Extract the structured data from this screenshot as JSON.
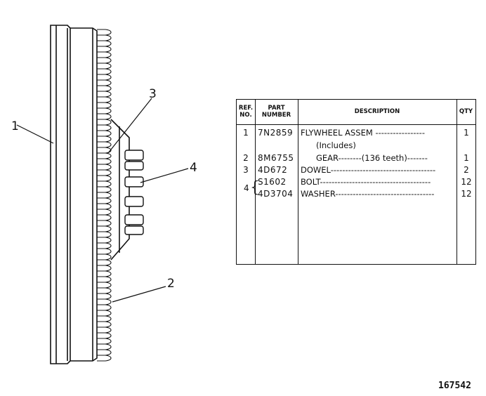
{
  "callouts": [
    "1",
    "2",
    "3",
    "4"
  ],
  "table": {
    "headers": {
      "ref_line1": "REF.",
      "ref_line2": "NO.",
      "part_line1": "PART",
      "part_line2": "NUMBER",
      "description": "DESCRIPTION",
      "qty": "QTY"
    },
    "rows": [
      {
        "ref": "1",
        "part": "7N2859",
        "desc": "FLYWHEEL ASSEM -----------------",
        "qty": "1"
      },
      {
        "ref": "",
        "part": "",
        "desc": "(Includes)",
        "qty": ""
      },
      {
        "ref": "2",
        "part": "8M6755",
        "desc": "GEAR--------(136 teeth)-------",
        "qty": "1"
      },
      {
        "ref": "3",
        "part": "4D672",
        "desc": "DOWEL------------------------------------",
        "qty": "2"
      },
      {
        "ref": "",
        "part": "S1602",
        "desc": "BOLT--------------------------------------",
        "qty": "12"
      },
      {
        "ref": "",
        "part": "4D3704",
        "desc": "WASHER----------------------------------",
        "qty": "12"
      }
    ],
    "grouped_ref": "4"
  },
  "figure_number": "167542"
}
